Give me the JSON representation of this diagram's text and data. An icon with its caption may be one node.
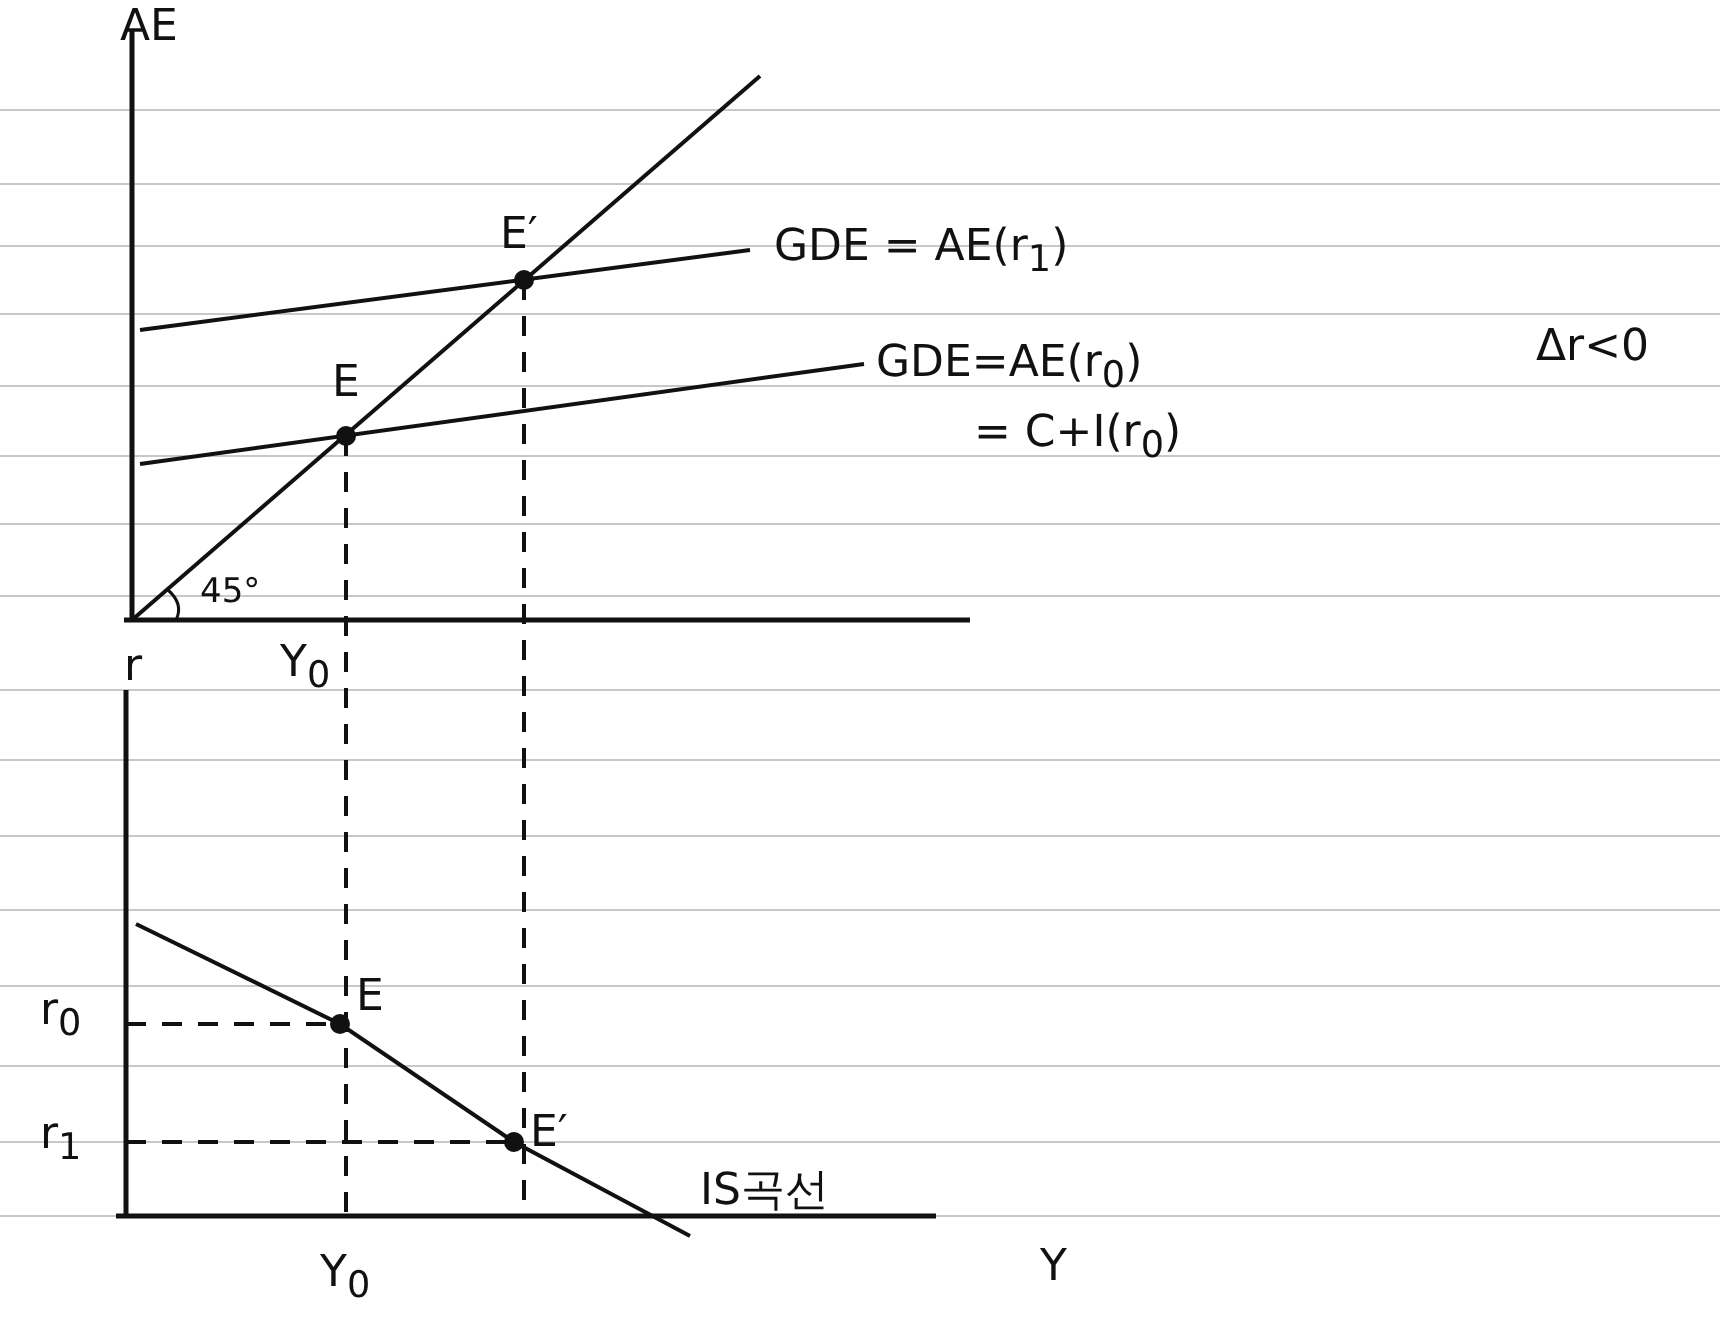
{
  "diagram": {
    "labels": [
      "AE",
      "Δr<0",
      "E′",
      "GDE = AE(r$_{1}$)",
      "E",
      "GDE=AE(r$_{0}$)",
      "= C+I(r$_{0}$)",
      "45°",
      "r",
      "Y$_{0}$",
      "r$_{0}$",
      "E",
      "r$_{1}$",
      "E′",
      "IS곡선",
      "Y$_{0}$",
      "Y"
    ]
  }
}
